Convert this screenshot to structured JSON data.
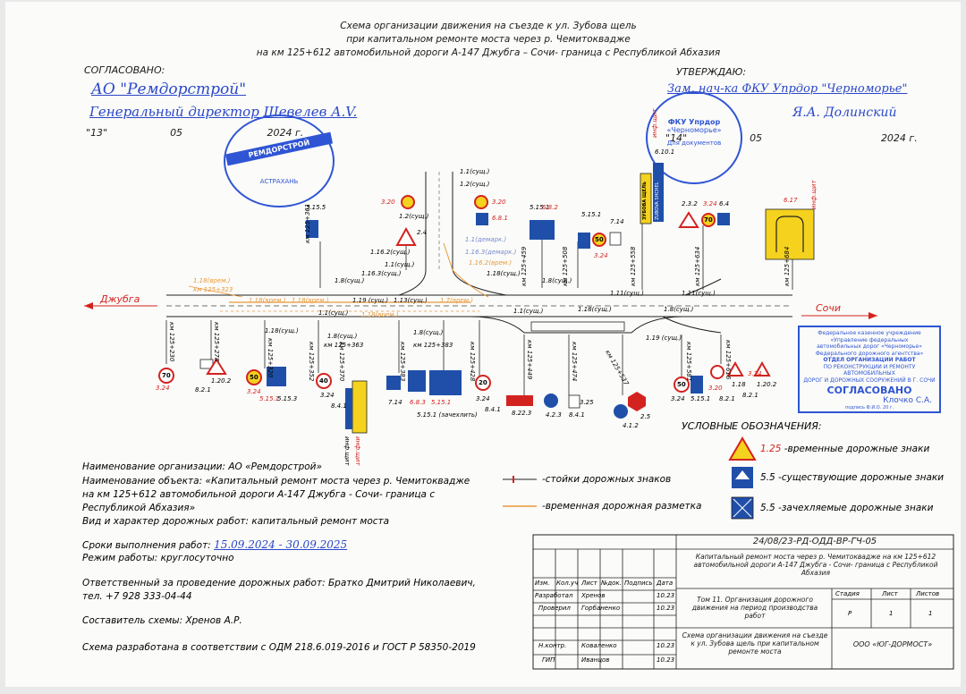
{
  "header": {
    "title_line1": "Схема организации движения на съезде к ул. Зубова щель",
    "title_line2": "при капитальном ремонте моста через р. Чемитоквадже",
    "title_line3": "на км 125+612 автомобильной дороги А-147 Джубга – Сочи- граница с Республикой Абхазия"
  },
  "approvals": {
    "left_label": "СОГЛАСОВАНО:",
    "left_org": "АО \"Ремдорстрой\"",
    "left_position": "Генеральный директор Шевелев А.V.",
    "left_day": "13",
    "left_month": "05",
    "left_year": "2024 г.",
    "right_label": "УТВЕРЖДАЮ:",
    "right_org": "Зам. нач-ка ФКУ Упрдор \"Черноморье\"",
    "right_name": "Я.А. Долинский",
    "right_day": "14",
    "right_month": "05",
    "right_year": "2024 г.",
    "stamp_left_text": "РЕМДОРСТРОЙ",
    "stamp_left_city": "АСТРАХАНЬ",
    "stamp_right_text1": "ФКУ Упрдор",
    "stamp_right_text2": "«Черноморье»",
    "stamp_right_text3": "Для документов",
    "stamp_box_lines": [
      "Федеральное казенное учреждение",
      "«Управление федеральных",
      "автомобильных дорог «Черноморье»",
      "Федерального дорожного агентства»",
      "ОТДЕЛ ОРГАНИЗАЦИИ РАБОТ",
      "ПО РЕКОНСТРУКЦИИ И РЕМОНТУ АВТОМОБИЛЬНЫХ",
      "ДОРОГ И ДОРОЖНЫХ СООРУЖЕНИЙ В Г. СОЧИ"
    ],
    "stamp_box_title": "СОГЛАСОВАНО",
    "stamp_box_sign": "Клочко С.А.",
    "stamp_box_sub": "подпись          Ф.И.О.             20    г."
  },
  "scheme": {
    "dir_left": "Джубга",
    "dir_right": "Сочи",
    "labels_top": [
      "1.1(сущ.)",
      "1.2(сущ.)",
      "1.2(сущ.)",
      "1.16.2(сущ.)",
      "1.1(сущ.)",
      "1.16.3(сущ.)",
      "1.8(сущ.)",
      "1.18(сущ.)",
      "1.8(сущ.)",
      "1.11(сущ.)",
      "1.11(сущ.)"
    ],
    "labels_temp": [
      "1.1(демарк.)",
      "1.16.3(демарк.)",
      "1.16.2(врем.)",
      "1.18(врем.)",
      "км 125+323",
      "1.18(врем.)",
      "1.18(врем.)",
      "1.18(врем.)",
      "1.7(врем.)"
    ],
    "labels_mid": [
      "1.19 (сущ.)",
      "1.13(сущ.)",
      "1.1(сущ.)",
      "1.1(сущ.)",
      "1.18(сущ.)",
      "1.8(сущ.)",
      "1.18(сущ.)",
      "1.8(сущ.)",
      "1.8(сущ.)",
      "1.19 (сущ.)"
    ],
    "labels_bottom": [
      "1.18(сущ.)",
      "км 125+363",
      "1.18(сущ.)",
      "км 125+383"
    ],
    "km_top": [
      "км 125+361",
      "км 125+459",
      "км 125+508",
      "км 125+558",
      "км 125+634",
      "км 125+684"
    ],
    "km_bottom": [
      "км 125+230",
      "км 125+278",
      "км 125+320",
      "км 125+352",
      "км 125+370",
      "км 125+383",
      "км 125+428",
      "км 125+449",
      "км 125+474",
      "км 125+537",
      "км 125+581",
      "км 125+616"
    ],
    "sign_codes_top": [
      "5.15.5",
      "3.20",
      "3.20",
      "6.8.1",
      "5.15.1",
      "6.8.2",
      "5.15.1",
      "3.24",
      "7.14",
      "6.10.1",
      "2.3.2",
      "3.24",
      "6.4",
      "6.17",
      "2.4"
    ],
    "sign_codes_bottom": [
      "3.24",
      "1.20.2",
      "8.2.1",
      "3.24",
      "5.15.1",
      "5.15.3",
      "3.24",
      "8.4.1",
      "7.14",
      "6.8.3",
      "5.15.1",
      "5.15.1 (зачехлить)",
      "3.24",
      "8.4.1",
      "8.22.3",
      "4.2.3",
      "3.25",
      "8.4.1",
      "2.5",
      "4.1.2",
      "3.24",
      "5.15.1",
      "3.20",
      "8.2.1",
      "1.18",
      "8.2.1",
      "1.20.2",
      "3.24"
    ],
    "sign_speed_values": [
      "70",
      "50",
      "40",
      "20",
      "50",
      "50",
      "70"
    ],
    "info_board_label": "инф.щит",
    "zubova_sign_text": "ЗУБОВА ЩЕЛЬ",
    "zubova_sign_text2": "ZUBOVA SHCHEL"
  },
  "info": {
    "org": "Наименование организации: АО «Ремдорстрой»",
    "object1": "Наименование объекта: «Капитальный ремонт моста через р. Чемитоквадже",
    "object2": "на км 125+612 автомобильной дороги А-147 Джубга - Сочи- граница с",
    "object3": "Республикой Абхазия»",
    "works": "Вид и характер дорожных работ: капитальный ремонт моста",
    "terms_label": "Сроки выполнения работ:",
    "terms_value": "15.09.2024 - 30.09.2025",
    "mode": "Режим работы: круглосуточно",
    "resp1": "Ответственный за проведение дорожных работ: Братко Дмитрий Николаевич,",
    "resp2": "тел. +7 928 333-04-44",
    "author": "Составитель схемы: Хренов А.Р.",
    "standard": "Схема разработана в соответствии с ОДМ 218.6.019-2016 и ГОСТ Р 58350-2019"
  },
  "legend": {
    "title": "УСЛОВНЫЕ ОБОЗНАЧЕНИЯ:",
    "items": [
      {
        "code": "1.25",
        "text": "-временные дорожные знаки"
      },
      {
        "code": "5.5",
        "text": "-существующие дорожные знаки"
      },
      {
        "code": "5.5",
        "text": "-зачехляемые дорожные знаки"
      }
    ],
    "stands": "-стойки дорожных знаков",
    "marking": "-временная дорожная разметка"
  },
  "title_block": {
    "code": "24/08/23-РД-ОДД-ВР-ГЧ-05",
    "project": "Капитальный ремонт моста через р. Чемитоквадже на км 125+612 автомобильной дороги А-147 Джубга - Сочи- граница с Республикой Абхазия",
    "cols": [
      "Изм.",
      "Кол.уч",
      "Лист",
      "№док.",
      "Подпись",
      "Дата"
    ],
    "rows": [
      {
        "role": "Разработал",
        "name": "Хренов",
        "date": "10.23"
      },
      {
        "role": "Проверил",
        "name": "Горбаненко",
        "date": "10.23"
      },
      {
        "role": "",
        "name": "",
        "date": ""
      },
      {
        "role": "Н.контр.",
        "name": "Коваленко",
        "date": "10.23"
      },
      {
        "role": "ГИП",
        "name": "Иванцов",
        "date": "10.23"
      }
    ],
    "volume": "Том 11. Организация дорожного движения на период производства работ",
    "stage_h": "Стадия",
    "sheet_h": "Лист",
    "sheets_h": "Листов",
    "stage": "Р",
    "sheet": "1",
    "sheets": "1",
    "scheme_name": "Схема организации движения на съезде к ул. Зубова щель при капитальном ремонте моста",
    "company": "ООО «ЮГ-ДОРМОСТ»"
  },
  "colors": {
    "sign_blue": "#1f4fa8",
    "sign_red": "#d3231f",
    "sign_yellow": "#f4d21e",
    "temp_marking": "#e89a3c",
    "stamp_blue": "#2f55d4"
  }
}
